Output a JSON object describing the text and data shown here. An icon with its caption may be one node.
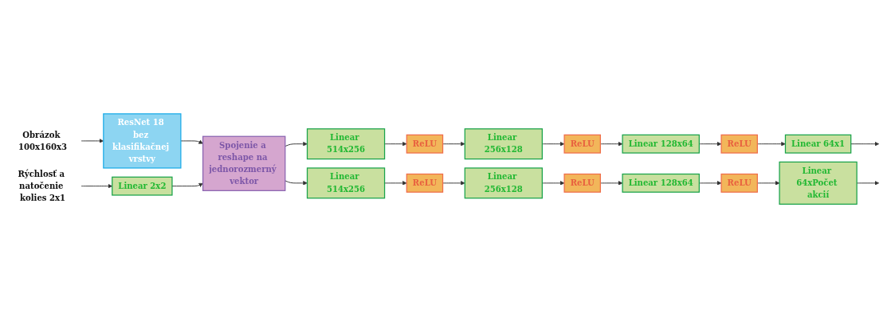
{
  "diagram": {
    "nodes": [
      {
        "text": [
          "Obrázok 100x160x3"
        ]
      },
      {
        "text": [
          "ResNet 18 bez klasifikačnej vrstvy"
        ]
      },
      {
        "text": [
          "Rýchlosť a natočenie kolies 2x1"
        ]
      },
      {
        "text": [
          "Linear 2x2"
        ]
      },
      {
        "text": [
          "Spojenie a reshape na jednorozmerný vektor"
        ]
      },
      {
        "text": [
          "Linear 514x256"
        ]
      },
      {
        "text": [
          "ReLU"
        ]
      },
      {
        "text": [
          "Linear 256x128"
        ]
      },
      {
        "text": [
          "ReLU"
        ]
      },
      {
        "text": [
          "Linear 128x64"
        ]
      },
      {
        "text": [
          "ReLU"
        ]
      },
      {
        "text": [
          "Linear 64x1"
        ]
      },
      {
        "text": [
          "Linear 514x256"
        ]
      },
      {
        "text": [
          "ReLU"
        ]
      },
      {
        "text": [
          "Linear 256x128"
        ]
      },
      {
        "text": [
          "ReLU"
        ]
      },
      {
        "text": [
          "Linear 128x64"
        ]
      },
      {
        "text": [
          "ReLU"
        ]
      },
      {
        "text": [
          "Linear 64xPočet akcií"
        ]
      }
    ],
    "edges": [
      {
        "from": 0,
        "to": 1,
        "arrow": "to"
      },
      {
        "from": 1,
        "to": 4,
        "arrow": "to"
      },
      {
        "from": 2,
        "to": 3,
        "arrow": "to"
      },
      {
        "from": 3,
        "to": 4,
        "arrow": "to"
      },
      {
        "from": 4,
        "to": 5,
        "arrow": "to"
      },
      {
        "from": 5,
        "to": 6,
        "arrow": "to"
      },
      {
        "from": 6,
        "to": 7,
        "arrow": "to"
      },
      {
        "from": 7,
        "to": 8,
        "arrow": "to"
      },
      {
        "from": 8,
        "to": 9,
        "arrow": "to"
      },
      {
        "from": 9,
        "to": 10,
        "arrow": "to"
      },
      {
        "from": 10,
        "to": 11,
        "arrow": "to"
      },
      {
        "from": 11,
        "to": null,
        "arrow": "to"
      },
      {
        "from": 4,
        "to": 12,
        "arrow": "to"
      },
      {
        "from": 12,
        "to": 13,
        "arrow": "to"
      },
      {
        "from": 13,
        "to": 14,
        "arrow": "to"
      },
      {
        "from": 14,
        "to": 15,
        "arrow": "to"
      },
      {
        "from": 15,
        "to": 16,
        "arrow": "to"
      },
      {
        "from": 16,
        "to": 17,
        "arrow": "to"
      },
      {
        "from": 17,
        "to": 18,
        "arrow": "to"
      },
      {
        "from": 18,
        "to": null,
        "arrow": "to"
      }
    ]
  }
}
